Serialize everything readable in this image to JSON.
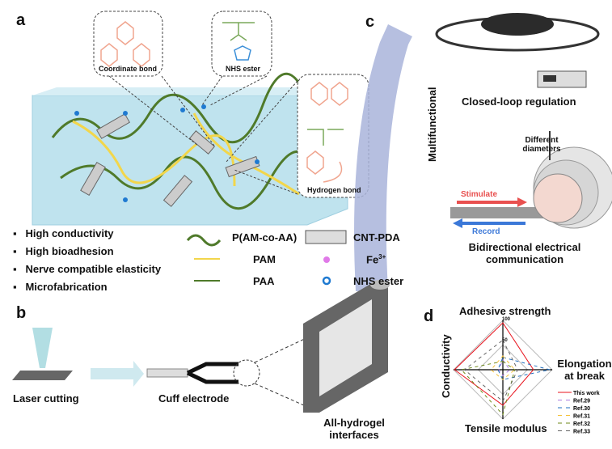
{
  "panels": {
    "a": "a",
    "b": "b",
    "c": "c",
    "d": "d"
  },
  "panel_a": {
    "callouts": [
      "Coordinate bond",
      "NHS ester",
      "Hydrogen bond"
    ],
    "features": [
      "High conductivity",
      "High bioadhesion",
      "Nerve compatible elasticity",
      "Microfabrication"
    ],
    "legend": {
      "p_am_co_aa": "P(AM-co-AA)",
      "cnt_pda": "CNT-PDA",
      "pam": "PAM",
      "fe": "Fe",
      "fe_sup": "3+",
      "paa": "PAA",
      "nhs": "NHS ester"
    },
    "fe_label": "Fe³⁺"
  },
  "panel_b": {
    "steps": [
      "Laser cutting",
      "Cuff electrode",
      "All-hydrogel interfaces"
    ]
  },
  "panel_c": {
    "arrow_label": "Multifunctional",
    "closed_loop": "Closed-loop regulation",
    "diameters": "Different diameters",
    "stimulate": "Stimulate",
    "record": "Record",
    "bidirectional": "Bidirectional electrical communication"
  },
  "colors": {
    "arrow": "#a9b4da",
    "gel": "#bfe3ee",
    "pam": "#f2d64b",
    "paa": "#4f7a2a",
    "stimulate": "#e8504f",
    "record": "#3b78d8",
    "fe": "#e07ae8",
    "nhs": "#1f7ad1"
  },
  "chart_data": {
    "type": "radar",
    "axes": [
      "Adhesive strength",
      "Elongation at break",
      "Tensile modulus",
      "Conductivity"
    ],
    "range": [
      0,
      100
    ],
    "ticks": [
      "50",
      "100"
    ],
    "legend_position": "bottom-right",
    "series": [
      {
        "name": "This work",
        "values": [
          95,
          62,
          72,
          98
        ],
        "color": "#e8141e",
        "dash": false
      },
      {
        "name": "Ref.29",
        "values": [
          20,
          14,
          12,
          8
        ],
        "color": "#a97de0",
        "dash": true
      },
      {
        "name": "Ref.30",
        "values": [
          25,
          95,
          20,
          10
        ],
        "color": "#1f6fc0",
        "dash": true
      },
      {
        "name": "Ref.31",
        "values": [
          28,
          24,
          20,
          24
        ],
        "color": "#f5c23a",
        "dash": true
      },
      {
        "name": "Ref.32",
        "values": [
          17,
          24,
          91,
          84
        ],
        "color": "#6f8a1a",
        "dash": true
      },
      {
        "name": "Ref.33",
        "values": [
          60,
          30,
          64,
          78
        ],
        "color": "#666666",
        "dash": true
      }
    ]
  }
}
